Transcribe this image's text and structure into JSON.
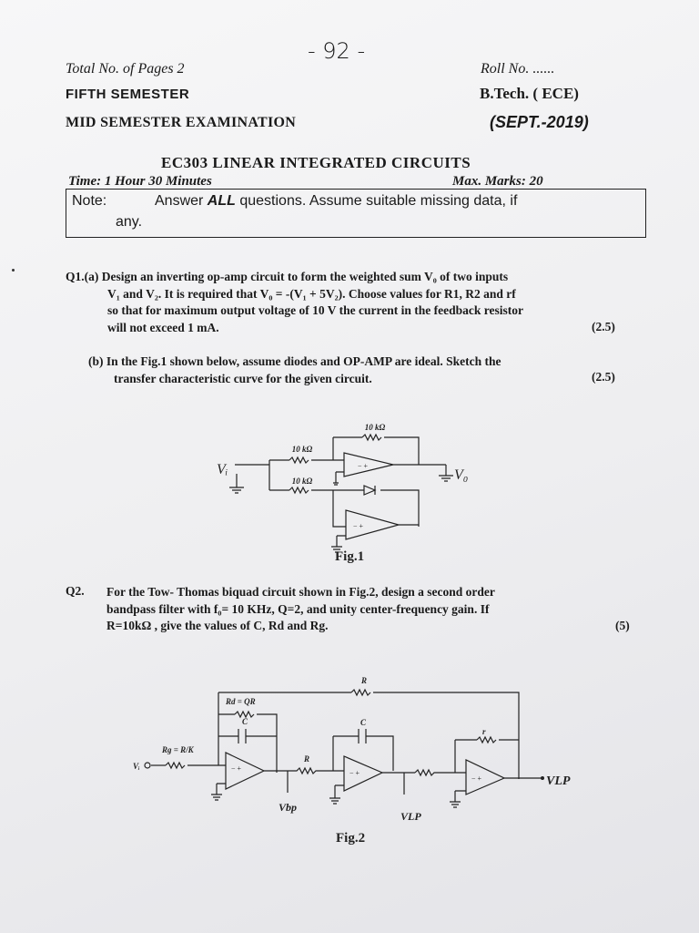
{
  "header": {
    "page_number_mark": "- 92 -",
    "total_pages": "Total No. of Pages 2",
    "roll_no": "Roll No. ......",
    "semester": "FIFTH SEMESTER",
    "program": "B.Tech. ( ECE)",
    "exam": "MID SEMESTER EXAMINATION",
    "session": "(SEPT.-2019)",
    "course": "EC303 LINEAR INTEGRATED CIRCUITS",
    "time": "Time: 1 Hour 30 Minutes",
    "max_marks": "Max. Marks: 20"
  },
  "note": {
    "label": "Note:",
    "text_pre": "Answer ",
    "text_emph": "ALL",
    "text_post": " questions. Assume suitable missing data, if",
    "text_cont": "any."
  },
  "q1a": {
    "lines": [
      "Q1.(a) Design an inverting op-amp circuit to form the weighted sum V₀ of two inputs",
      "V₁ and V₂. It is required that V₀ = -(V₁ + 5V₂). Choose values for R1, R2 and rf",
      "so that for maximum output voltage of 10 V the current in the feedback resistor",
      "will not exceed 1 mA."
    ],
    "marks": "(2.5)"
  },
  "q1b": {
    "lines": [
      "(b) In the Fig.1 shown below, assume diodes and OP-AMP are ideal. Sketch the",
      "transfer characteristic curve for the given circuit."
    ],
    "marks": "(2.5)"
  },
  "fig1": {
    "caption": "Fig.1",
    "r_feedback": "10 kΩ",
    "r_in_top": "10 kΩ",
    "r_in_bottom": "10 kΩ",
    "input_label": "Vᵢ",
    "output_label": "V₀"
  },
  "q2": {
    "number": "Q2.",
    "lines": [
      "For the Tow- Thomas biquad circuit shown in Fig.2, design a second order",
      "bandpass filter with f₀= 10 KHz, Q=2, and unity center-frequency gain. If",
      "R=10kΩ , give the values of C, Rd and Rg."
    ],
    "marks": "(5)"
  },
  "fig2": {
    "caption": "Fig.2",
    "r_top": "R",
    "rd": "Rd = QR",
    "c1": "C",
    "rg": "Rg = R/K",
    "r_mid": "R",
    "c2": "C",
    "r_small": "r",
    "input": "Vᵢ",
    "vbp": "Vbp",
    "vlp_out": "VLP",
    "vlp_mid": "VLP"
  }
}
